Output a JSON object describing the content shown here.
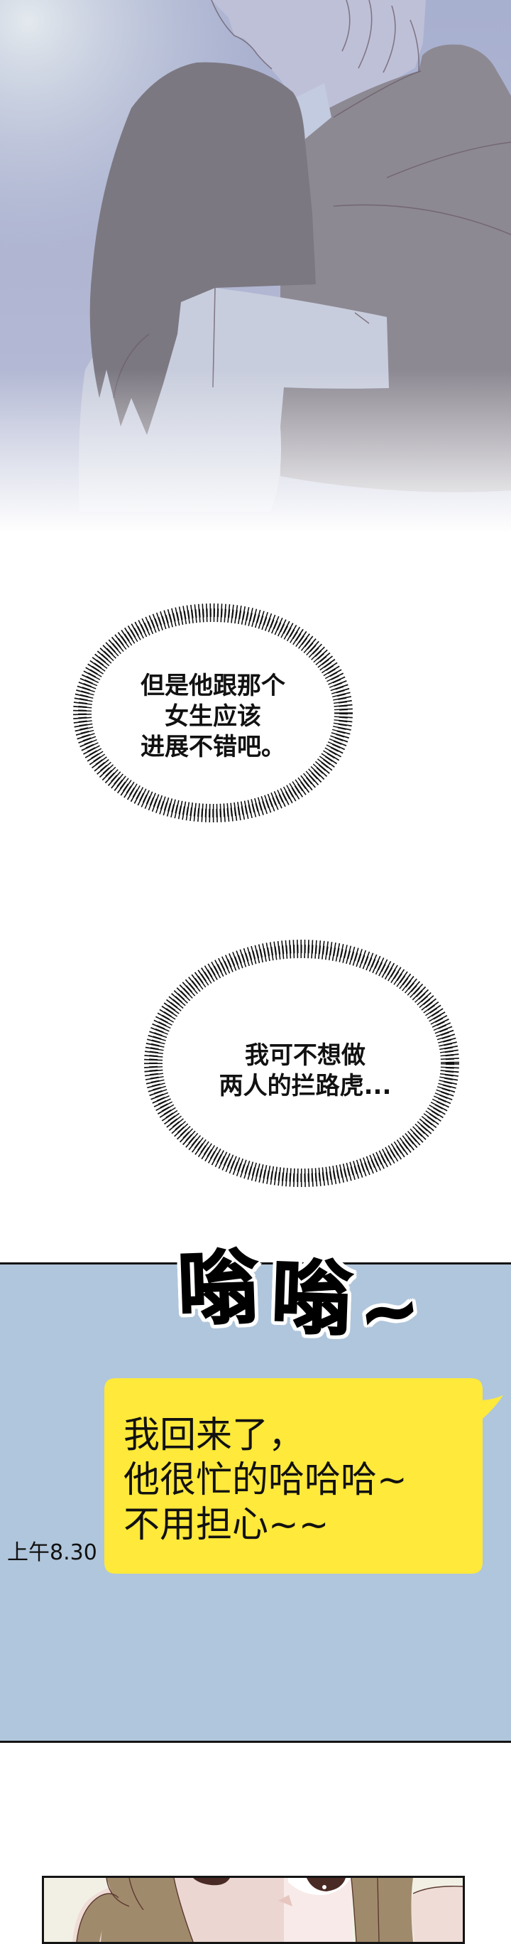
{
  "top_illustration": {
    "colors": {
      "face": "#BEC0D8",
      "hoodie": "#8D8993",
      "shirt": "#C8CDDD",
      "collar": "#C3CBE0",
      "hair": "#7C7882"
    }
  },
  "thought_bubbles": [
    {
      "lines": [
        "但是他跟那个",
        "女生应该",
        "进展不错吧。"
      ]
    },
    {
      "lines": [
        "我可不想做",
        "两人的拦路虎..."
      ]
    }
  ],
  "phone_panel": {
    "background": "#B0C6DC",
    "sfx": [
      "嗡",
      "嗡",
      "~"
    ],
    "message": {
      "lines": [
        "我回来了，",
        "他很忙的哈哈哈~",
        "不用担心~~"
      ],
      "bubble_color": "#FFE93A"
    },
    "timestamp": "上午8.30"
  },
  "bottom_panel": {
    "colors": {
      "background": "#F2F0E5",
      "hair": "#A08A6C",
      "skin": "#EFDCD6",
      "skin_shade": "#EBD6D2",
      "skin_light": "#F7EAE8",
      "eye": "#4A2A24"
    }
  }
}
